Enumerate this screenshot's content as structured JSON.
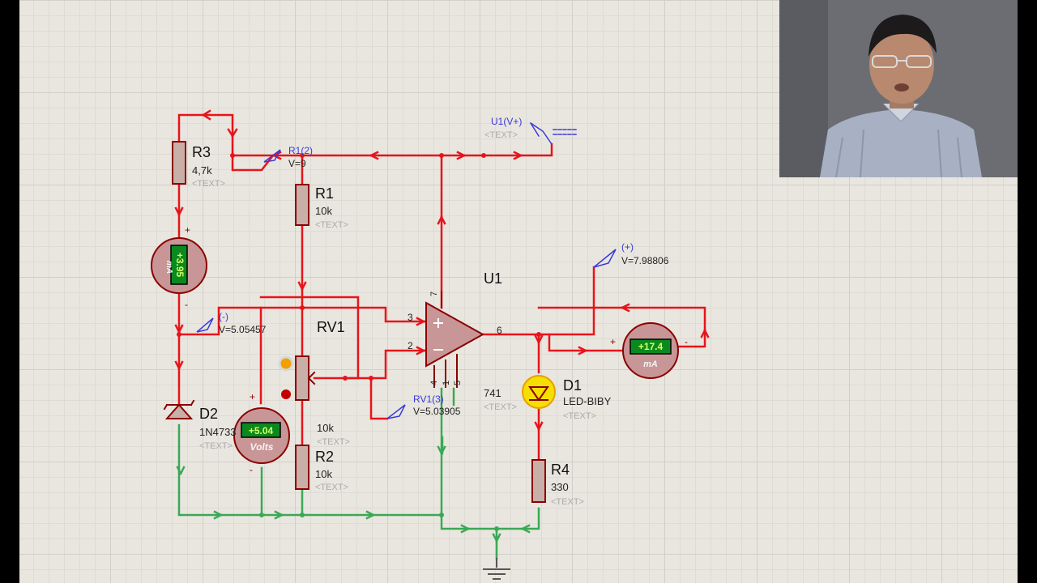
{
  "components": {
    "R3": {
      "ref": "R3",
      "value": "4,7k",
      "text": "<TEXT>"
    },
    "R1": {
      "ref": "R1",
      "value": "10k",
      "text": "<TEXT>"
    },
    "R2": {
      "ref": "R2",
      "value": "10k",
      "text": "<TEXT>"
    },
    "R4": {
      "ref": "R4",
      "value": "330",
      "text": "<TEXT>"
    },
    "RV1": {
      "ref": "RV1",
      "value": "10k",
      "text": "<TEXT>"
    },
    "D2": {
      "ref": "D2",
      "value": "1N4733",
      "text": "<TEXT>"
    },
    "D1": {
      "ref": "D1",
      "value": "LED-BIBY",
      "text": "<TEXT>"
    },
    "U1": {
      "ref": "U1",
      "value": "741",
      "text": "<TEXT>"
    }
  },
  "probes": {
    "r1_2": {
      "name": "R1(2)",
      "value": "V=9"
    },
    "u1_vplus": {
      "name": "U1(V+)",
      "value": "<TEXT>"
    },
    "minus": {
      "name": "(-)",
      "value": "V=5.05457"
    },
    "rv1_3": {
      "name": "RV1(3)",
      "value": "V=5.03905"
    },
    "plus": {
      "name": "(+)",
      "value": "V=7.98806"
    }
  },
  "meters": {
    "mA1": {
      "reading": "+3.95",
      "unit": "mA"
    },
    "volts": {
      "reading": "+5.04",
      "unit": "Volts"
    },
    "mA2": {
      "reading": "+17.4",
      "unit": "mA"
    }
  },
  "pins": {
    "p3": "3",
    "p2": "2",
    "p6": "6",
    "p7": "7",
    "p4": "4",
    "p1": "1",
    "p5": "5"
  },
  "signs": {
    "plus": "+",
    "minus": "-"
  },
  "colors": {
    "live_wire": "#e8141b",
    "ground_wire": "#3aa956",
    "component": "#8b0000",
    "probe": "#3a3ad8",
    "meter_body": "#c89696",
    "lcd": "#0a8a1e"
  }
}
